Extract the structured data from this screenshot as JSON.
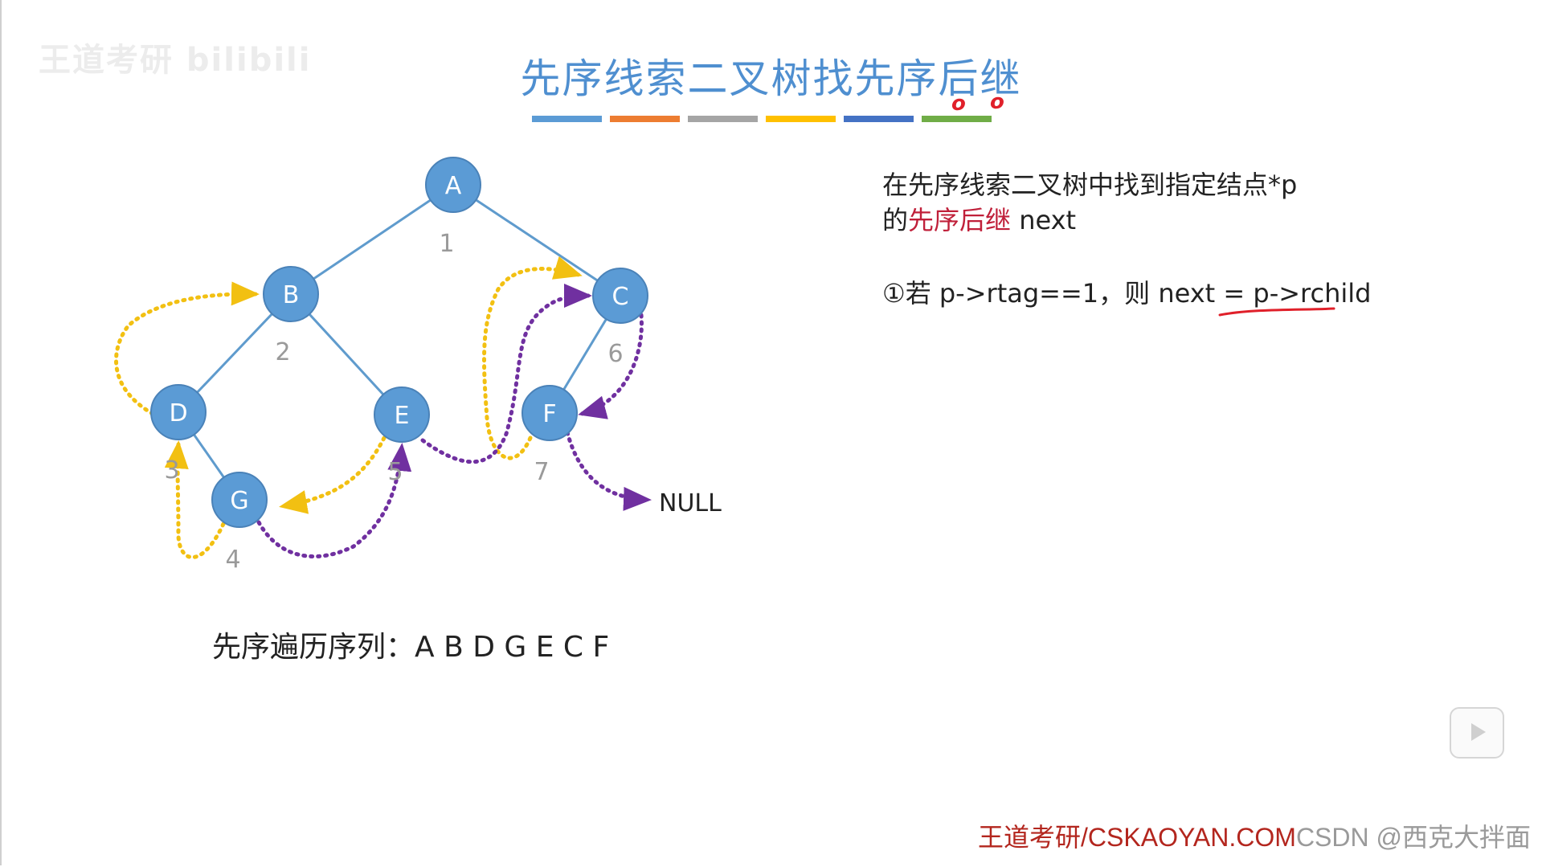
{
  "watermark": "王道考研 bilibili",
  "title": "先序线索二叉树找先序后继",
  "title_strip_colors": [
    "#5b9bd5",
    "#ed7d31",
    "#a5a5a5",
    "#ffc000",
    "#4472c4",
    "#70ad47"
  ],
  "handwritten_marks": [
    "o",
    "o"
  ],
  "tree": {
    "nodes": [
      {
        "label": "A",
        "order": "1"
      },
      {
        "label": "B",
        "order": "2"
      },
      {
        "label": "C",
        "order": "6"
      },
      {
        "label": "D",
        "order": "3"
      },
      {
        "label": "E",
        "order": "5"
      },
      {
        "label": "F",
        "order": "7"
      },
      {
        "label": "G",
        "order": "4"
      }
    ],
    "edges": [
      [
        "A",
        "B"
      ],
      [
        "A",
        "C"
      ],
      [
        "B",
        "D"
      ],
      [
        "B",
        "E"
      ],
      [
        "D",
        "G"
      ],
      [
        "C",
        "F"
      ]
    ],
    "thread_colors": {
      "yellow": "#f2c012",
      "purple": "#7030a0"
    },
    "null_label": "NULL",
    "node_color": "#5b9bd5",
    "edge_color": "#5f9bcd"
  },
  "description": {
    "line1": "在先序线索二叉树中找到指定结点*p",
    "line2_prefix": "的",
    "line2_highlight": "先序后继",
    "line2_suffix": " next"
  },
  "rule": {
    "text": "①若 p->rtag==1，则 next = ",
    "highlight": "p->rchild"
  },
  "sequence": {
    "label": "先序遍历序列：",
    "value": "A B D G E C F"
  },
  "footer": "王道考研/CSKAOYAN.COM",
  "footer_overlay": "CSDN @西克大拌面"
}
